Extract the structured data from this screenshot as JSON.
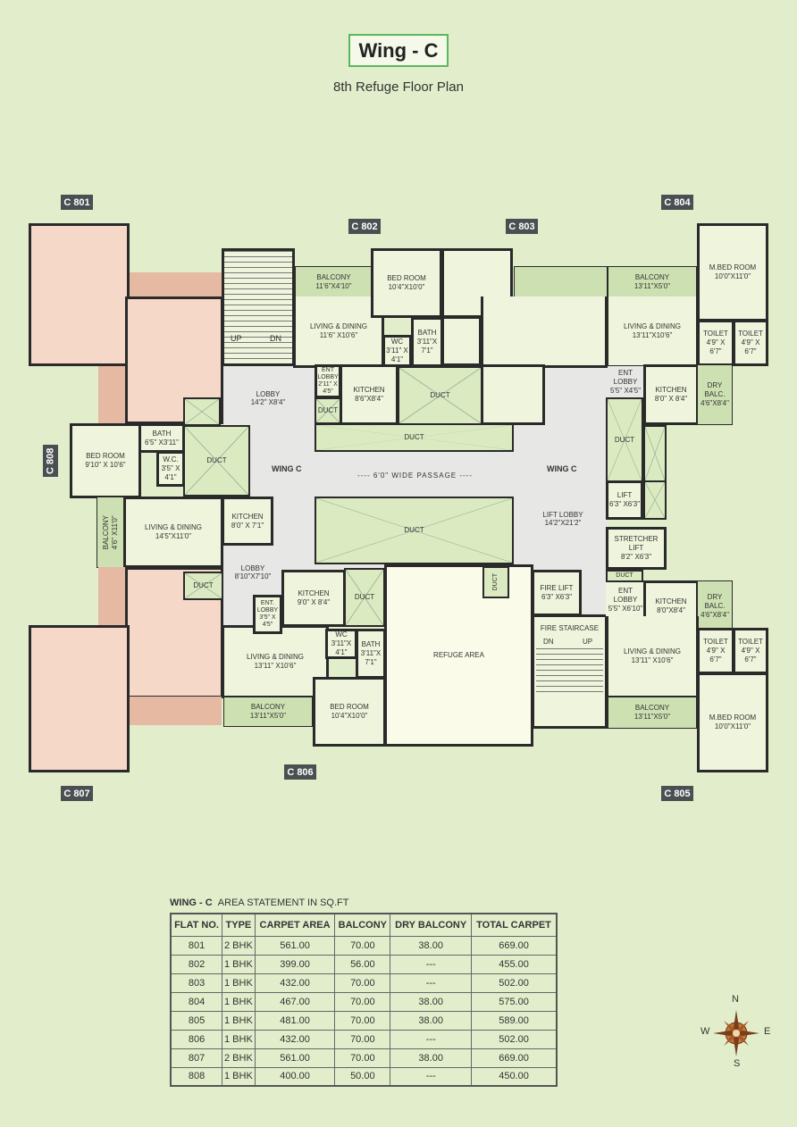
{
  "header": {
    "title": "Wing - C",
    "subtitle": "8th Refuge Floor Plan"
  },
  "units": [
    "C 801",
    "C 802",
    "C 803",
    "C 804",
    "C 805",
    "C 806",
    "C 807",
    "C 808"
  ],
  "labels": {
    "wing_left": "WING C",
    "wing_right": "WING C",
    "passage": "---- 6'0\" WIDE PASSAGE ----",
    "lift_lobby": "LIFT LOBBY",
    "lift_lobby_size": "14'2\"X21'2\"",
    "lobby_top": "LOBBY",
    "lobby_top_size": "14'2\" X8'4\"",
    "lobby_bottom": "LOBBY",
    "lobby_bottom_size": "8'10\"X7'10\"",
    "up": "UP",
    "dn": "DN",
    "fire_up": "UP",
    "fire_dn": "DN",
    "fire_staircase": "FIRE STAIRCASE",
    "refuge": "REFUGE AREA",
    "duct": "DUCT"
  },
  "rooms": {
    "r802_balcony": {
      "label": "BALCONY",
      "size": "11'6\"X4'10\""
    },
    "r802_living": {
      "label": "LIVING & DINING",
      "size": "11'6\" X10'6\""
    },
    "r802_bed": {
      "label": "BED ROOM",
      "size": "10'4\"X10'0\""
    },
    "r802_wc": {
      "label": "WC",
      "size": "3'11\" X 4'1\""
    },
    "r802_bath": {
      "label": "BATH",
      "size": "3'11\"X 7'1\""
    },
    "r802_kitchen": {
      "label": "KITCHEN",
      "size": "8'6\"X8'4\""
    },
    "r802_ent": {
      "label": "ENT LOBBY",
      "size": "2'11\" X 4'5\""
    },
    "r804_balcony": {
      "label": "BALCONY",
      "size": "13'11\"X5'0\""
    },
    "r804_living": {
      "label": "LIVING & DINING",
      "size": "13'11\"X10'6\""
    },
    "r804_mbed": {
      "label": "M.BED ROOM",
      "size": "10'0\"X11'0\""
    },
    "r804_toilet1": {
      "label": "TOILET",
      "size": "4'9\" X 6'7\""
    },
    "r804_toilet2": {
      "label": "TOILET",
      "size": "4'9\" X 6'7\""
    },
    "r804_kitchen": {
      "label": "KITCHEN",
      "size": "8'0\" X 8'4\""
    },
    "r804_drybalc": {
      "label": "DRY BALC.",
      "size": "4'6\"X8'4\""
    },
    "r804_ent": {
      "label": "ENT LOBBY",
      "size": "5'5\" X4'5\""
    },
    "lift": {
      "label": "LIFT",
      "size": "6'3\" X6'3\""
    },
    "stretcher": {
      "label": "STRETCHER LIFT",
      "size": "8'2\" X6'3\""
    },
    "fire_lift": {
      "label": "FIRE LIFT",
      "size": "6'3\" X6'3\""
    },
    "r808_bed": {
      "label": "BED ROOM",
      "size": "9'10\" X 10'6\""
    },
    "r808_bath": {
      "label": "BATH",
      "size": "6'5\" X3'11\""
    },
    "r808_wc": {
      "label": "W.C.",
      "size": "3'5\" X 4'1\""
    },
    "r808_balcony": {
      "label": "BALCONY",
      "size": "4'6\" X11'0\""
    },
    "r808_living": {
      "label": "LIVING & DINING",
      "size": "14'5\"X11'0\""
    },
    "r808_kitchen": {
      "label": "KITCHEN",
      "size": "8'0\" X 7'1\""
    },
    "r806_kitchen": {
      "label": "KITCHEN",
      "size": "9'0\" X 8'4\""
    },
    "r806_ent": {
      "label": "ENT. LOBBY",
      "size": "3'5\" X 4'5\""
    },
    "r806_living": {
      "label": "LIVING & DINING",
      "size": "13'11\" X10'6\""
    },
    "r806_balcony": {
      "label": "BALCONY",
      "size": "13'11\"X5'0\""
    },
    "r806_wc": {
      "label": "WC",
      "size": "3'11\"X 4'1\""
    },
    "r806_bath": {
      "label": "BATH",
      "size": "3'11\"X 7'1\""
    },
    "r806_bed": {
      "label": "BED ROOM",
      "size": "10'4\"X10'0\""
    },
    "r805_ent": {
      "label": "ENT LOBBY",
      "size": "5'5\" X6'10\""
    },
    "r805_kitchen": {
      "label": "KITCHEN",
      "size": "8'0\"X8'4\""
    },
    "r805_drybalc": {
      "label": "DRY BALC.",
      "size": "4'6\"X8'4\""
    },
    "r805_living": {
      "label": "LIVING & DINING",
      "size": "13'11\" X10'6\""
    },
    "r805_toilet1": {
      "label": "TOILET",
      "size": "4'9\" X 6'7\""
    },
    "r805_toilet2": {
      "label": "TOILET",
      "size": "4'9\" X 6'7\""
    },
    "r805_balcony": {
      "label": "BALCONY",
      "size": "13'11\"X5'0\""
    },
    "r805_mbed": {
      "label": "M.BED ROOM",
      "size": "10'0\"X11'0\""
    }
  },
  "area_statement": {
    "caption_bold": "WING - C",
    "caption": "AREA STATEMENT IN SQ.FT",
    "columns": [
      "FLAT NO.",
      "TYPE",
      "CARPET AREA",
      "BALCONY",
      "DRY BALCONY",
      "TOTAL CARPET"
    ],
    "rows": [
      [
        "801",
        "2 BHK",
        "561.00",
        "70.00",
        "38.00",
        "669.00"
      ],
      [
        "802",
        "1 BHK",
        "399.00",
        "56.00",
        "---",
        "455.00"
      ],
      [
        "803",
        "1 BHK",
        "432.00",
        "70.00",
        "---",
        "502.00"
      ],
      [
        "804",
        "1 BHK",
        "467.00",
        "70.00",
        "38.00",
        "575.00"
      ],
      [
        "805",
        "1 BHK",
        "481.00",
        "70.00",
        "38.00",
        "589.00"
      ],
      [
        "806",
        "1 BHK",
        "432.00",
        "70.00",
        "---",
        "502.00"
      ],
      [
        "807",
        "2 BHK",
        "561.00",
        "70.00",
        "38.00",
        "669.00"
      ],
      [
        "808",
        "1 BHK",
        "400.00",
        "50.00",
        "---",
        "450.00"
      ]
    ]
  },
  "compass": {
    "n": "N",
    "s": "S",
    "e": "E",
    "w": "W"
  },
  "colors": {
    "background": "#e2eecb",
    "flat_pink": "#f6d8c9",
    "room": "#eef5dc",
    "lobby": "#e7e8e5",
    "balcony": "#cde0b2",
    "walls": "#2a2a2a",
    "title_border": "#5cb85c"
  }
}
